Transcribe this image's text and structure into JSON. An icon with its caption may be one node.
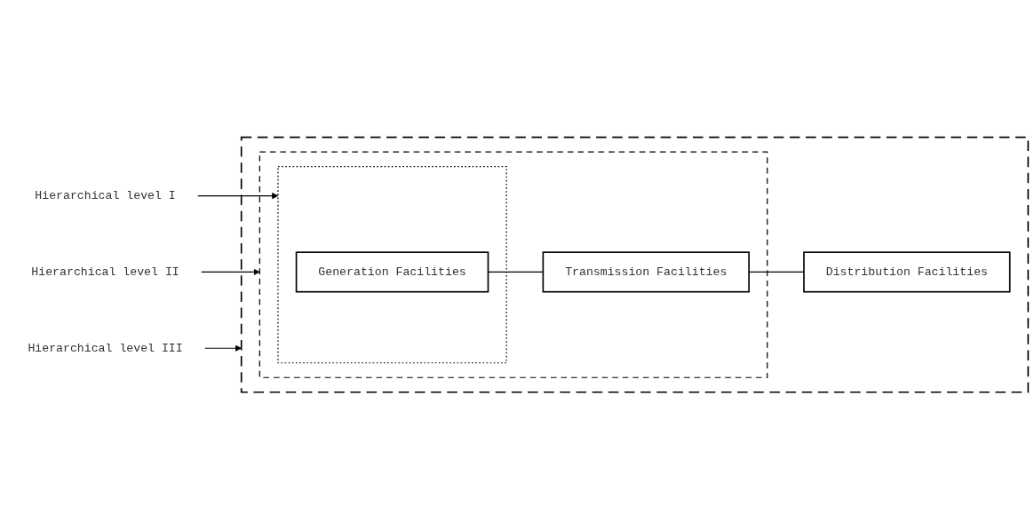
{
  "diagram": {
    "nodes": [
      {
        "text": [],
        "shape": "box"
      },
      {
        "text": [],
        "shape": "box",
        "in": 0
      },
      {
        "text": [],
        "shape": "box",
        "in": 1
      },
      {
        "text": [
          "Generation Facilities"
        ],
        "in": 2
      },
      {
        "text": [
          "Transmission Facilities"
        ],
        "in": 1
      },
      {
        "text": [
          "Distribution Facilities"
        ],
        "in": 0
      },
      {
        "text": [
          "Hierarchical level I"
        ]
      },
      {
        "text": [
          "Hierarchical level II"
        ]
      },
      {
        "text": [
          "Hierarchical level III"
        ]
      }
    ],
    "edges": [
      {
        "from": 3,
        "to": 4,
        "arrow": "none"
      },
      {
        "from": 4,
        "to": 5,
        "arrow": "none"
      },
      {
        "from": 6,
        "to": 2,
        "arrow": "to"
      },
      {
        "from": 7,
        "to": 1,
        "arrow": "to"
      },
      {
        "from": 8,
        "to": 0,
        "arrow": "to"
      }
    ]
  }
}
